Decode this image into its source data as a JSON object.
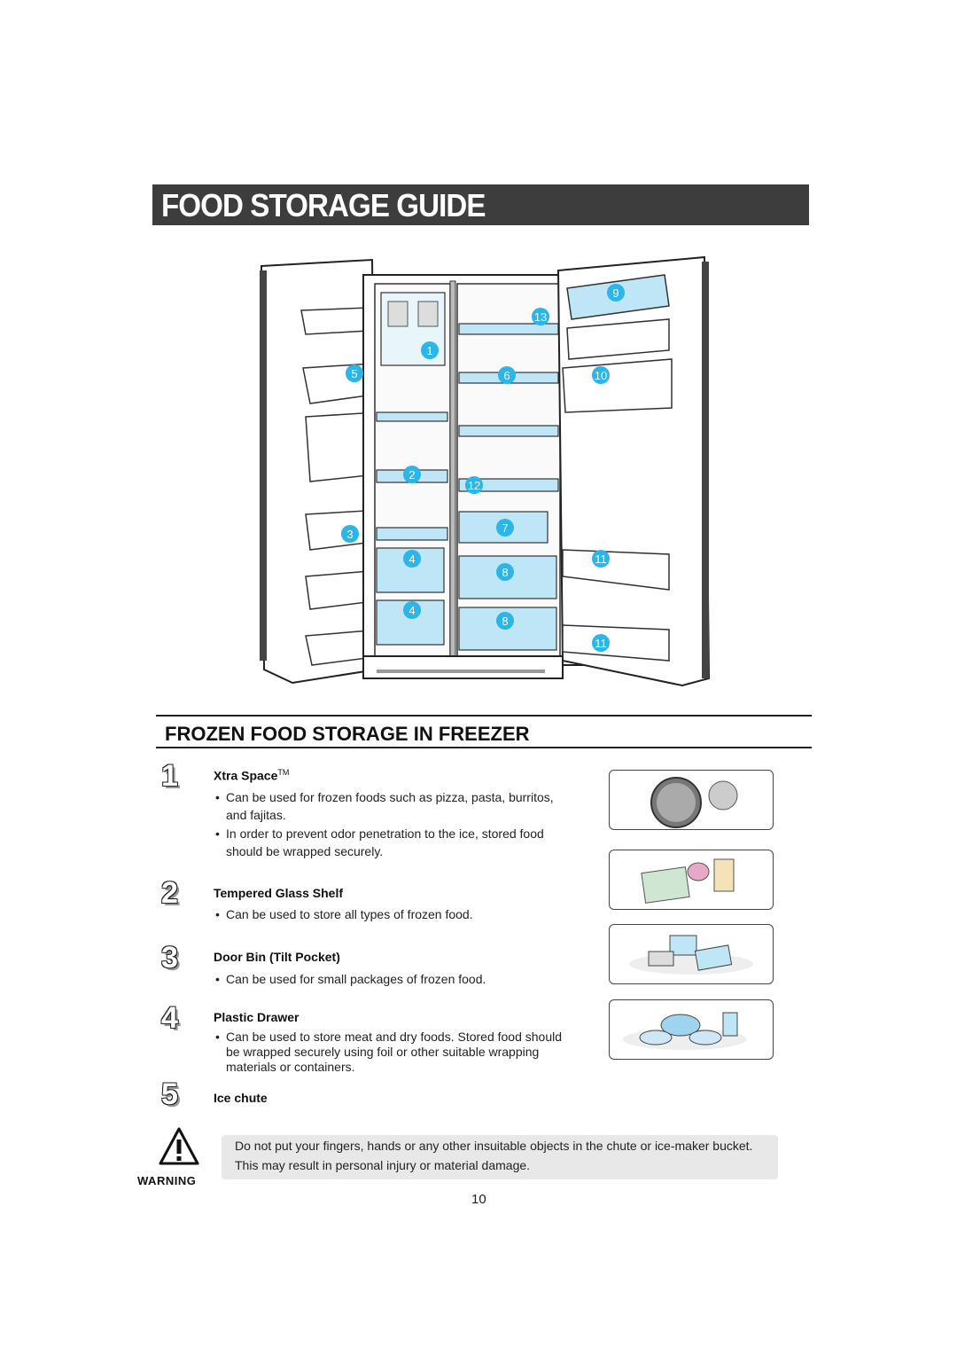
{
  "header": {
    "title": "FOOD STORAGE GUIDE"
  },
  "diagram": {
    "callouts": [
      "1",
      "2",
      "3",
      "4",
      "4",
      "5",
      "6",
      "7",
      "8",
      "8",
      "9",
      "10",
      "11",
      "11",
      "12",
      "13"
    ]
  },
  "section": {
    "title": "FROZEN FOOD STORAGE IN FREEZER"
  },
  "items": [
    {
      "number": "1",
      "heading": "Xtra Space",
      "heading_mark": "TM",
      "bullets": [
        "Can be used for frozen foods such as pizza, pasta, burritos, and fajitas.",
        "In order to prevent odor penetration to the ice, stored food should be wrapped securely."
      ]
    },
    {
      "number": "2",
      "heading": "Tempered Glass Shelf",
      "bullets": [
        "Can be used to store all types of frozen food."
      ]
    },
    {
      "number": "3",
      "heading": "Door Bin (Tilt Pocket)",
      "bullets": [
        "Can be used for small packages of frozen food."
      ]
    },
    {
      "number": "4",
      "heading": "Plastic Drawer",
      "bullets": [
        "Can be used to store meat and dry foods. Stored food should be wrapped securely using foil or other suitable wrapping materials or containers."
      ]
    },
    {
      "number": "5",
      "heading": "Ice chute",
      "bullets": []
    }
  ],
  "warning": {
    "label": "WARNING",
    "line1": "Do not put your fingers, hands or any other insuitable objects in the chute or ice-maker bucket.",
    "line2": "This may result in personal injury or material damage."
  },
  "page_number": "10",
  "colors": {
    "title_bar": "#3d3d3d",
    "shelf_blue": "#bfe6f7",
    "callout_blue": "#2bb5e8"
  }
}
